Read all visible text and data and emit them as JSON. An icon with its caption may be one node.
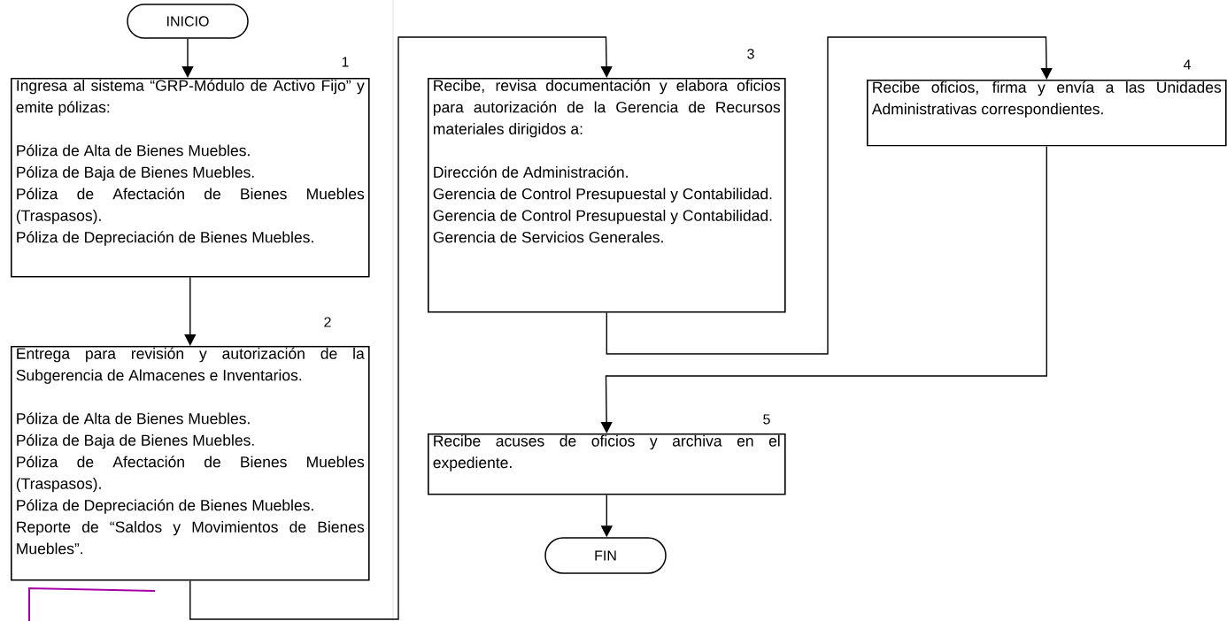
{
  "diagram": {
    "nodes": [
      {
        "text": [
          "INICIO"
        ]
      },
      {
        "text": [
          "Ingresa al sistema “GRP-Módulo de Activo Fijo” y emite pólizas:",
          "Póliza de Alta de Bienes Muebles.",
          "Póliza de Baja de Bienes Muebles.",
          "Póliza de Afectación de Bienes Muebles (Traspasos).",
          "Póliza de Depreciación de Bienes Muebles."
        ],
        "beside": [
          "1"
        ]
      },
      {
        "text": [
          "Entrega para revisión y autorización de la Subgerencia de Almacenes e Inventarios.",
          "Póliza de Alta de Bienes Muebles.",
          "Póliza de Baja de Bienes Muebles.",
          "Póliza de Afectación de Bienes Muebles (Traspasos).",
          "Póliza de Depreciación de Bienes Muebles.",
          "Reporte de “Saldos y Movimientos de Bienes Muebles”."
        ],
        "beside": [
          "2"
        ]
      },
      {
        "text": [
          "Recibe, revisa documentación y elabora oficios para autorización de la Gerencia de Recursos materiales dirigidos a:",
          "Dirección de Administración.",
          "Gerencia de Control Presupuestal y Contabilidad.",
          "Gerencia de Control Presupuestal y Contabilidad.",
          "Gerencia de Servicios Generales."
        ],
        "beside": [
          "3"
        ]
      },
      {
        "text": [
          "Recibe oficios, firma y envía a las Unidades Administrativas correspondientes."
        ],
        "beside": [
          "4"
        ]
      },
      {
        "text": [
          "Recibe acuses de oficios y archiva en el expediente."
        ],
        "beside": [
          "5"
        ]
      },
      {
        "text": [
          "FIN"
        ]
      }
    ],
    "edges": [
      {
        "from": 0,
        "to": 1,
        "arrow": "to"
      },
      {
        "from": 1,
        "to": 2,
        "arrow": "to"
      },
      {
        "from": 2,
        "to": 3,
        "arrow": "to"
      },
      {
        "from": 3,
        "to": 4,
        "arrow": "to"
      },
      {
        "from": 4,
        "to": 5,
        "arrow": "to"
      },
      {
        "from": 5,
        "to": 6,
        "arrow": "to"
      }
    ]
  }
}
